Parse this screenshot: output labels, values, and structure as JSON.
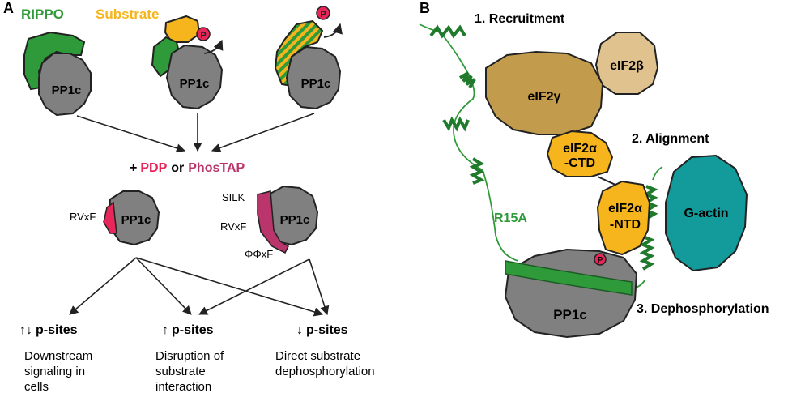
{
  "panel_a": {
    "label": "A",
    "legend_rippo": "RIPPO",
    "legend_substrate": "Substrate",
    "pp1c": "PP1c",
    "phospho": "P",
    "plus": "+",
    "pdp": "PDP",
    "or": "or",
    "phostap": "PhosTAP",
    "rvxf": "RVxF",
    "silk": "SILK",
    "phiphixf": "ΦΦxF",
    "outcomes": [
      {
        "arrows": "↑↓",
        "label": "p-sites",
        "desc": [
          "Downstream",
          "signaling in",
          "cells"
        ]
      },
      {
        "arrows": "↑",
        "label": "p-sites",
        "desc": [
          "Disruption of",
          "substrate",
          "interaction"
        ]
      },
      {
        "arrows": "↓",
        "label": "p-sites",
        "desc": [
          "Direct substrate",
          "dephosphorylation"
        ]
      }
    ]
  },
  "panel_b": {
    "label": "B",
    "recruitment": "1. Recruitment",
    "alignment": "2. Alignment",
    "dephosphorylation": "3. Dephosphorylation",
    "eif2b": "eIF2β",
    "eif2g": "eIF2γ",
    "eif2a_ctd_1": "eIF2α",
    "eif2a_ctd_2": "-CTD",
    "eif2a_ntd_1": "eIF2α",
    "eif2a_ntd_2": "-NTD",
    "gactin": "G-actin",
    "r15a": "R15A",
    "pp1c": "PP1c",
    "phospho": "P"
  },
  "colors": {
    "rippo_green": "#2f9a3a",
    "substrate_yellow": "#f6b51c",
    "pp1c_gray": "#808080",
    "pdp_red": "#e8265a",
    "phostap_magenta": "#b9356b",
    "eif2g_gold": "#c39b4c",
    "eif2b_tan": "#e0c28f",
    "actin_teal": "#139a9a"
  }
}
